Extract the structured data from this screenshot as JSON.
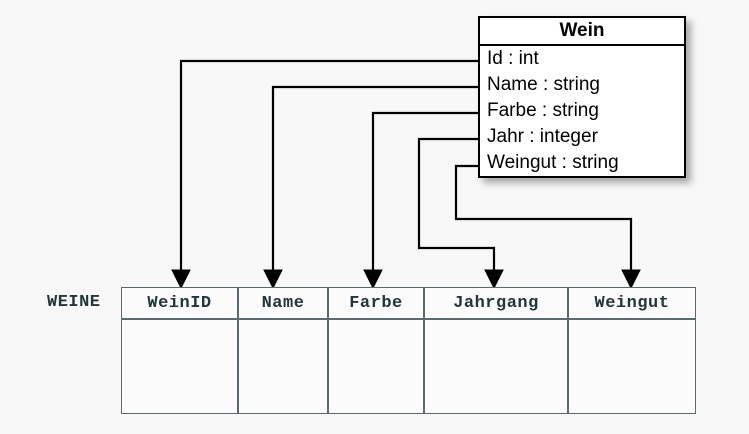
{
  "diagram": {
    "background_color": "#f8f8f8",
    "line_color": "#000000",
    "table_border_color": "#5a6b70",
    "table_text_color": "#22363b"
  },
  "uml_class": {
    "name": "Wein",
    "attributes": [
      {
        "text": "Id : int",
        "name": "Id",
        "type": "int"
      },
      {
        "text": "Name : string",
        "name": "Name",
        "type": "string"
      },
      {
        "text": "Farbe : string",
        "name": "Farbe",
        "type": "string"
      },
      {
        "text": "Jahr : integer",
        "name": "Jahr",
        "type": "integer"
      },
      {
        "text": "Weingut : string",
        "name": "Weingut",
        "type": "string"
      }
    ]
  },
  "relational_table": {
    "label": "WEINE",
    "columns": [
      {
        "header": "WeinID"
      },
      {
        "header": "Name"
      },
      {
        "header": "Farbe"
      },
      {
        "header": "Jahrgang"
      },
      {
        "header": "Weingut"
      }
    ],
    "rows": [
      [
        "",
        "",
        "",
        "",
        ""
      ]
    ]
  },
  "mappings": [
    {
      "from": "Id",
      "to": "WeinID"
    },
    {
      "from": "Name",
      "to": "Name"
    },
    {
      "from": "Farbe",
      "to": "Farbe"
    },
    {
      "from": "Jahr",
      "to": "Jahrgang"
    },
    {
      "from": "Weingut",
      "to": "Weingut"
    }
  ]
}
